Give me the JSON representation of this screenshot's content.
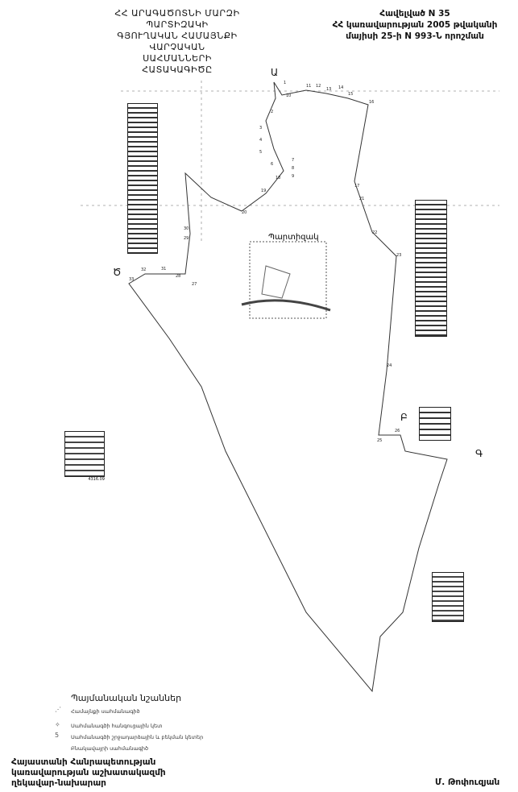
{
  "header": {
    "title_lines": [
      "ՀՀ ԱՐԱԳԱԾՈՏՆԻ ՄԱՐԶԻ ՊԱՐՏԻԶԱԿԻ",
      "ԳՅՈՒՂԱԿԱՆ ՀԱՄԱՅՆՔԻ ՎԱՐՉԱԿԱՆ",
      "ՍԱՀՄԱՆՆԵՐԻ ՀԱՏԱԿԱԳԻԾԸ"
    ],
    "annex_lines": [
      "Հավելված N 35",
      "ՀՀ կառավարության 2005 թվականի",
      "մայիսի 25-ի N 993-Ն որոշման"
    ]
  },
  "map": {
    "settlement_label": "Պարտիզակ",
    "corner_labels": [
      "Ա",
      "Բ",
      "Գ",
      "Ծ"
    ],
    "point_labels": [
      "1",
      "2",
      "3",
      "4",
      "5",
      "6",
      "7",
      "8",
      "9",
      "10",
      "11",
      "12",
      "13",
      "14",
      "15",
      "16",
      "17",
      "18",
      "19",
      "20",
      "21",
      "22",
      "23",
      "24",
      "25",
      "26",
      "27",
      "28",
      "29",
      "30",
      "31",
      "32",
      "33"
    ],
    "small_table_total": "4316.09"
  },
  "legend": {
    "title": "Պայմանական նշաններ",
    "items": [
      "Համայնքի սահմանագիծ",
      "Սահմանագծի հանգուցային կետ",
      "Սահմանագծի շրջադարձային և բեկման կետեր",
      "Բնակավայրի սահմանագիծ"
    ],
    "point_symbol": "5"
  },
  "signature": {
    "position_lines": [
      "Հայաստանի Հանրապետության",
      "կառավարության աշխատակազմի",
      "ղեկավար-նախարար"
    ],
    "name": "Մ. Թոփուզյան"
  }
}
